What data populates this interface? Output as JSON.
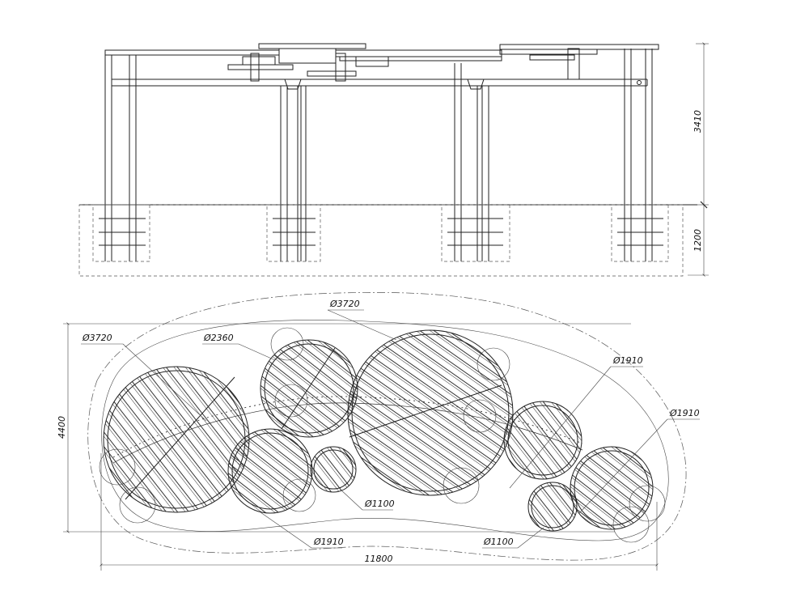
{
  "dimensions": {
    "elevation_height": "3410",
    "foundation_height": "1200",
    "plan_width": "4400",
    "plan_length": "11800"
  },
  "callouts": {
    "d3720_left": "Ø3720",
    "d2360": "Ø2360",
    "d3720_center": "Ø3720",
    "d1910_right_top": "Ø1910",
    "d1910_right": "Ø1910",
    "d1100_center": "Ø1100",
    "d1910_bottom": "Ø1910",
    "d1100_right": "Ø1100"
  }
}
